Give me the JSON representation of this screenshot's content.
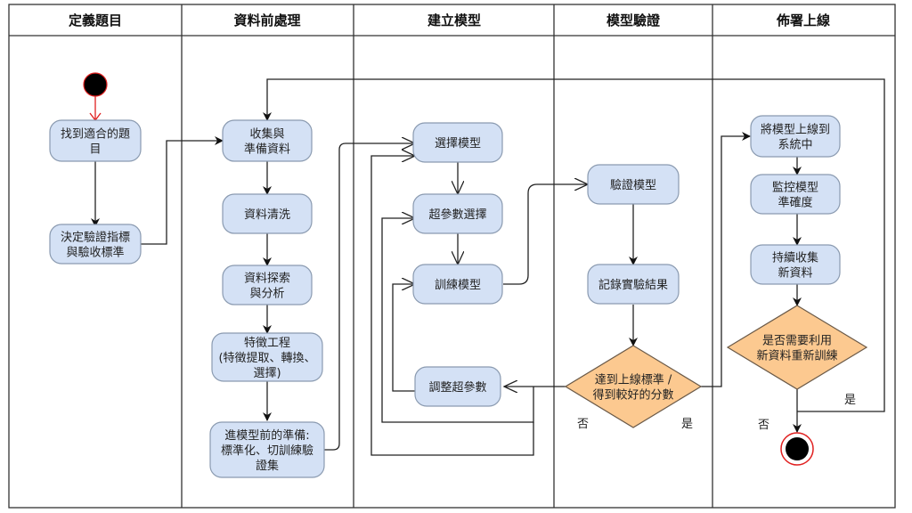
{
  "diagram": {
    "type": "activity-swimlane",
    "colors": {
      "action_fill": "#d4e1f5",
      "action_stroke": "#8a9ab0",
      "decision_fill": "#fcc990",
      "decision_stroke": "#6b5a48",
      "start_stroke": "#e02020",
      "line": "#222222"
    },
    "lanes": [
      {
        "id": "lane1",
        "title": "定義題目"
      },
      {
        "id": "lane2",
        "title": "資料前處理"
      },
      {
        "id": "lane3",
        "title": "建立模型"
      },
      {
        "id": "lane4",
        "title": "模型驗證"
      },
      {
        "id": "lane5",
        "title": "佈署上線"
      }
    ],
    "nodes": {
      "find_topic": [
        "找到適合的題",
        "目"
      ],
      "decide_metric": [
        "決定驗證指標",
        "與驗收標準"
      ],
      "collect": [
        "收集與",
        "準備資料"
      ],
      "clean": [
        "資料清洗"
      ],
      "explore": [
        "資料探索",
        "與分析"
      ],
      "feature": [
        "特徵工程",
        "(特徵提取、轉換、",
        "選擇)"
      ],
      "prep": [
        "進模型前的準備:",
        "標準化、切訓練驗",
        "證集"
      ],
      "select_model": [
        "選擇模型"
      ],
      "hyper_select": [
        "超參數選擇"
      ],
      "train": [
        "訓練模型"
      ],
      "tune": [
        "調整超參數"
      ],
      "validate": [
        "驗證模型"
      ],
      "record": [
        "記錄實驗結果"
      ],
      "decision1": [
        "達到上線標準 /",
        "得到較好的分數"
      ],
      "deploy": [
        "將模型上線到",
        "系統中"
      ],
      "monitor": [
        "監控模型",
        "準確度"
      ],
      "collect_new": [
        "持續收集",
        "新資料"
      ],
      "decision2": [
        "是否需要利用",
        "新資料重新訓練"
      ]
    },
    "edge_labels": {
      "d1_no": "否",
      "d1_yes": "是",
      "d2_no": "否",
      "d2_yes": "是"
    }
  }
}
